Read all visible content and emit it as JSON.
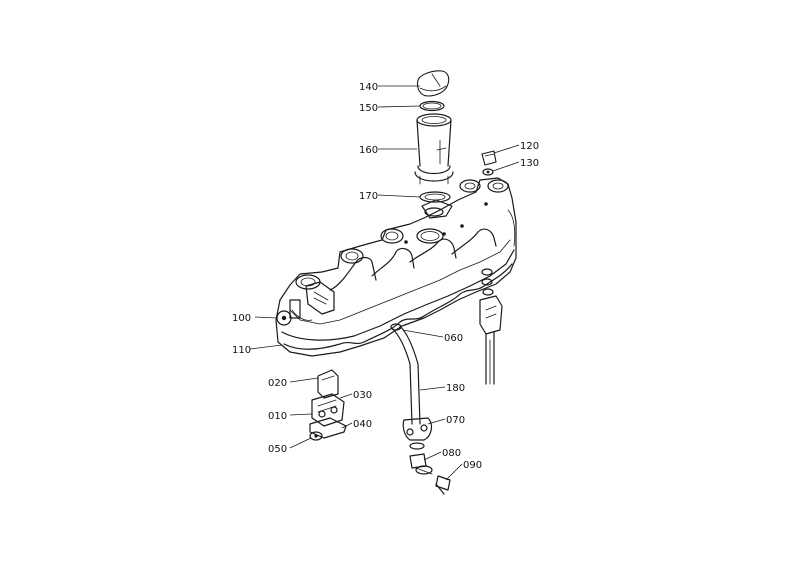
{
  "diagram": {
    "callouts": {
      "c140": "140",
      "c150": "150",
      "c160": "160",
      "c170": "170",
      "c120": "120",
      "c130": "130",
      "c100": "100",
      "c110": "110",
      "c060": "060",
      "c020": "020",
      "c030": "030",
      "c010": "010",
      "c040": "040",
      "c050": "050",
      "c180": "180",
      "c070": "070",
      "c080": "080",
      "c090": "090"
    }
  }
}
